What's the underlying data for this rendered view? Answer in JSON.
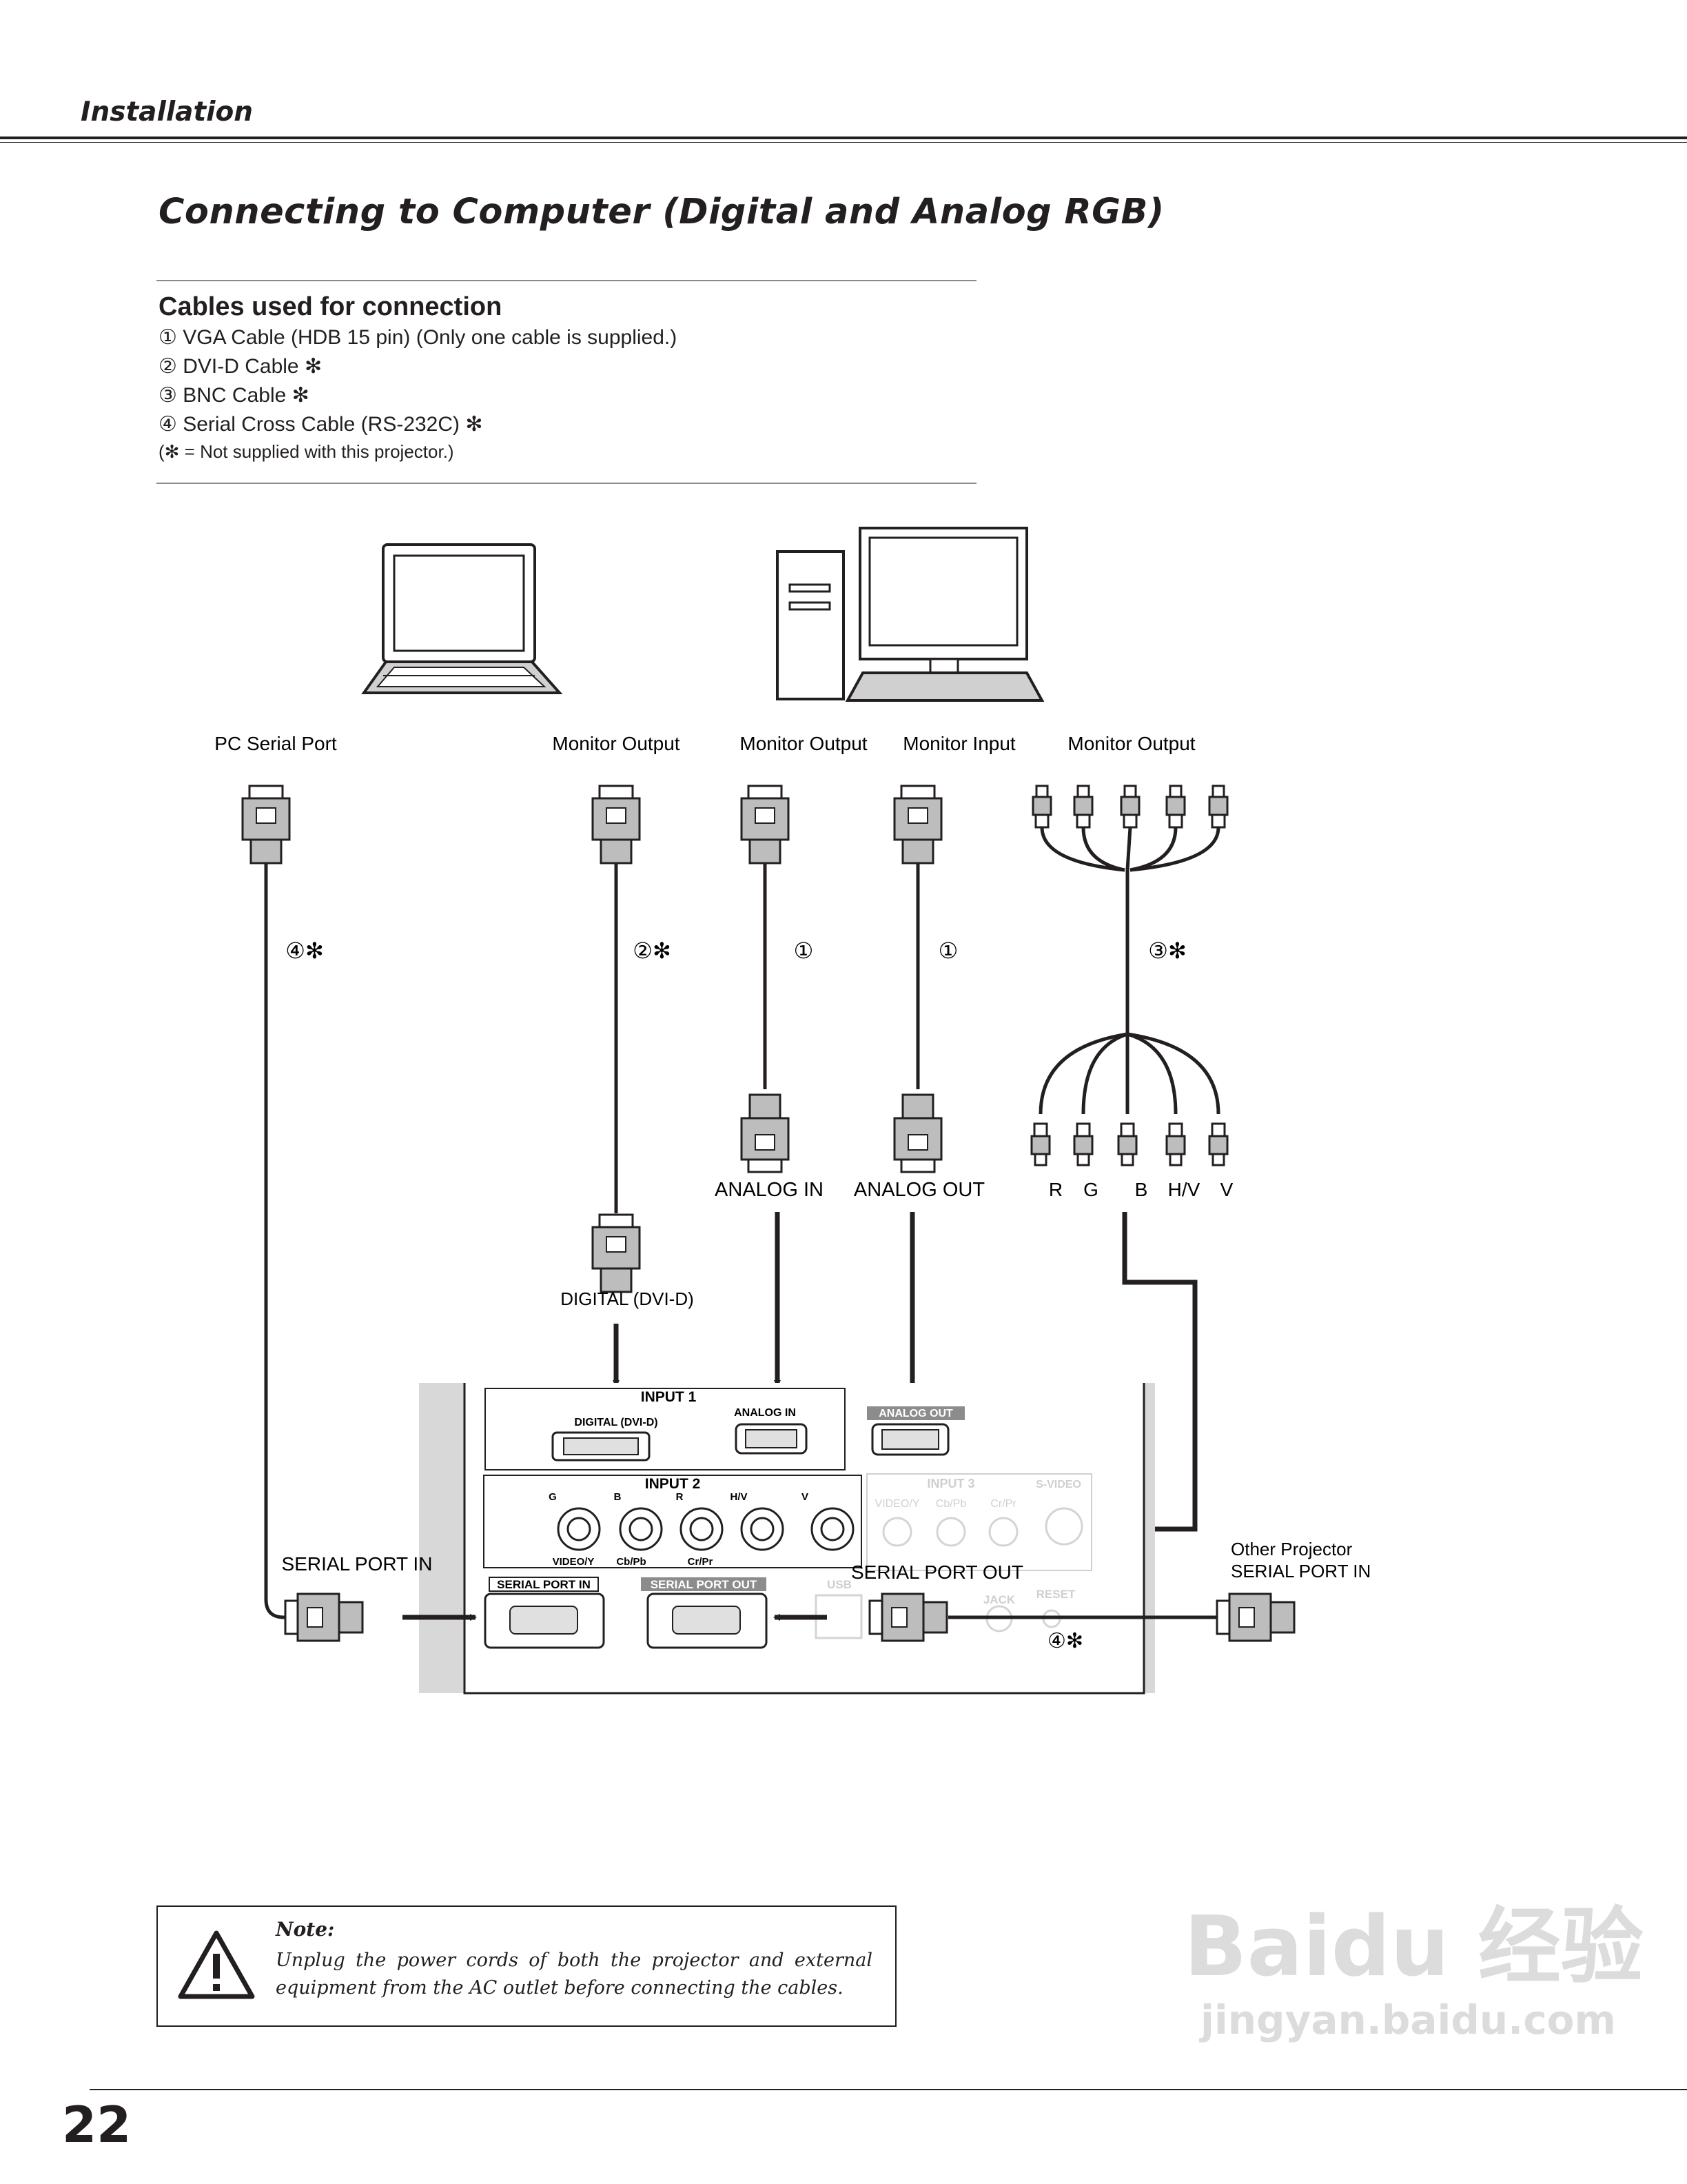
{
  "header": {
    "section": "Installation"
  },
  "page_title": "Connecting to Computer (Digital and Analog RGB)",
  "cables": {
    "heading": "Cables used for connection",
    "items": [
      "① VGA Cable (HDB 15 pin) (Only one cable is supplied.)",
      "② DVI-D Cable ✻",
      "③ BNC Cable ✻",
      "④ Serial Cross Cable (RS-232C) ✻"
    ],
    "footnote": "(✻ = Not supplied with this projector.)"
  },
  "diagram": {
    "pc_serial_port": "PC Serial Port",
    "monitor_output": "Monitor Output",
    "monitor_input": "Monitor Input",
    "cable_4": "④✻",
    "cable_2": "②✻",
    "cable_1": "①",
    "cable_3": "③✻",
    "analog_in": "ANALOG IN",
    "analog_out": "ANALOG OUT",
    "bnc_r": "R",
    "bnc_g": "G",
    "bnc_b": "B",
    "bnc_hv": "H/V",
    "bnc_v": "V",
    "digital_dvi": "DIGITAL (DVI-D)",
    "panel": {
      "input1": "INPUT 1",
      "digital_dvi": "DIGITAL (DVI-D)",
      "analog_in": "ANALOG IN",
      "analog_out": "ANALOG OUT",
      "input2": "INPUT 2",
      "bnc_g": "G",
      "bnc_b": "B",
      "bnc_r": "R",
      "bnc_hv": "H/V",
      "bnc_v": "V",
      "video_y": "VIDEO/Y",
      "cb_pb": "Cb/Pb",
      "cr_pr": "Cr/Pr",
      "input3": "INPUT 3",
      "s_video": "S-VIDEO",
      "in3_video_y": "VIDEO/Y",
      "in3_cb_pb": "Cb/Pb",
      "in3_cr_pr": "Cr/Pr",
      "serial_port_in": "SERIAL PORT IN",
      "serial_port_out": "SERIAL PORT OUT",
      "usb": "USB",
      "jack": "JACK",
      "reset": "RESET"
    },
    "serial_port_in": "SERIAL PORT IN",
    "serial_port_out": "SERIAL PORT OUT",
    "other_projector_1": "Other Projector",
    "other_projector_2": "SERIAL PORT IN",
    "cable_4b": "④✻"
  },
  "note": {
    "title": "Note:",
    "body": "Unplug the power cords of both the projector and external equipment from the AC outlet before connecting the cables."
  },
  "page_number": "22",
  "watermark": {
    "brand": "Baidu",
    "cn": "经验",
    "url": "jingyan.baidu.com"
  },
  "colors": {
    "ink": "#231f20",
    "panel_gray": "#d8d8d8",
    "rule_gray": "#8c8c8c"
  }
}
